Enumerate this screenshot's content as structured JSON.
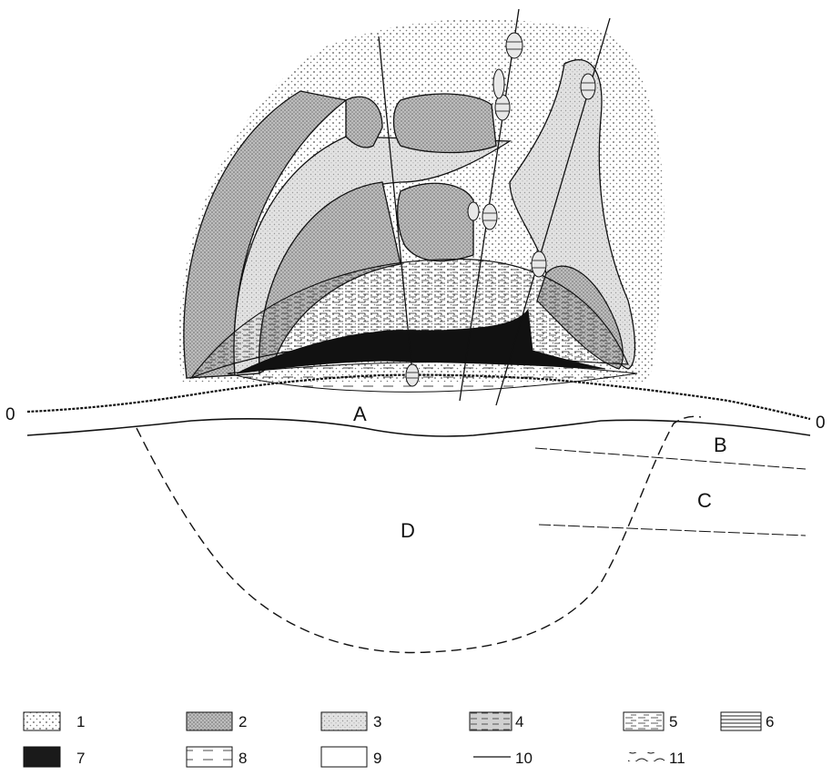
{
  "labels": {
    "origin_left": "0",
    "origin_right": "0",
    "zone_a": "A",
    "zone_b": "B",
    "zone_c": "C",
    "zone_d": "D"
  },
  "legend": [
    {
      "number": "1",
      "pattern": "sparse-dots"
    },
    {
      "number": "2",
      "pattern": "dense-grey-stipple"
    },
    {
      "number": "3",
      "pattern": "light-grey-stipple"
    },
    {
      "number": "4",
      "pattern": "grey-with-dashes"
    },
    {
      "number": "5",
      "pattern": "dashes"
    },
    {
      "number": "6",
      "pattern": "horizontal-lines"
    },
    {
      "number": "7",
      "pattern": "solid-black"
    },
    {
      "number": "8",
      "pattern": "sparse-dashes"
    },
    {
      "number": "9",
      "pattern": "empty"
    },
    {
      "number": "10",
      "pattern": "solid-line"
    },
    {
      "number": "11",
      "pattern": "wavy-line"
    }
  ]
}
